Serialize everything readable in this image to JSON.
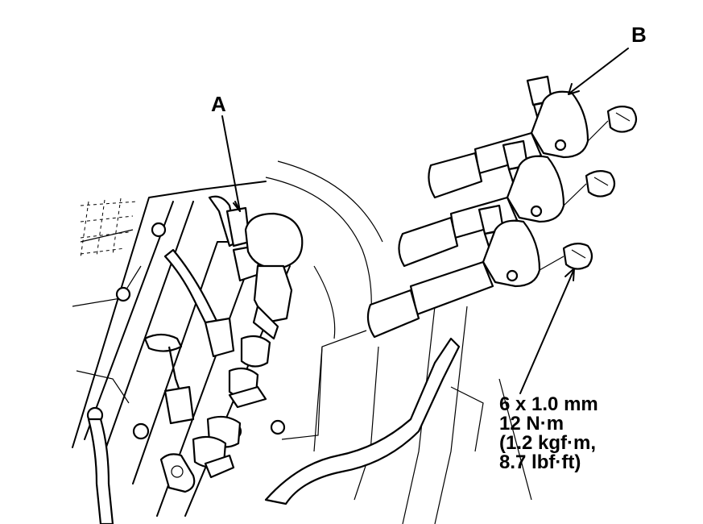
{
  "callouts": {
    "a": "A",
    "b": "B"
  },
  "spec": {
    "line1": "6 x 1.0 mm",
    "line2": "12 N·m",
    "line3": "(1.2 kgf·m,",
    "line4": "8.7 lbf·ft)"
  }
}
